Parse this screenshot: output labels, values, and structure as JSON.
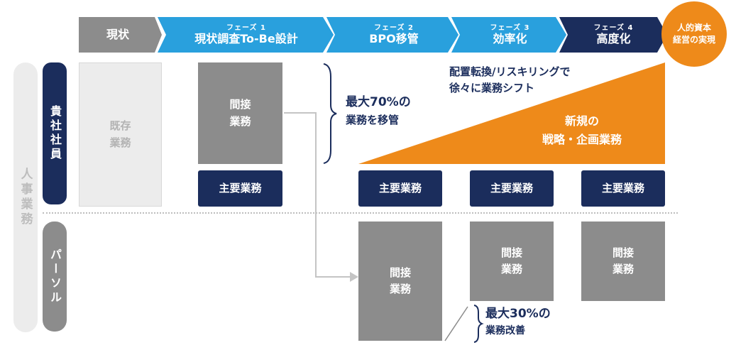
{
  "colors": {
    "gray": "#8c8c8c",
    "blue": "#29a0dd",
    "navy": "#1b2d5c",
    "orange": "#ee8a1a",
    "light_gray": "#ececec"
  },
  "phases": {
    "current": "現状",
    "p1": {
      "number": "フェーズ 1",
      "title": "現状調査To-Be設計"
    },
    "p2": {
      "number": "フェーズ 2",
      "title": "BPO移管"
    },
    "p3": {
      "number": "フェーズ 3",
      "title": "効率化"
    },
    "p4": {
      "number": "フェーズ 4",
      "title": "高度化"
    }
  },
  "goal": {
    "line1": "人的資本",
    "line2": "経営の実現"
  },
  "rows": {
    "hr": "人事業務",
    "employees": "貴社社員",
    "bpo": "パーソル"
  },
  "boxes": {
    "existing": {
      "line1": "既存",
      "line2": "業務"
    },
    "indirect": {
      "line1": "間接",
      "line2": "業務"
    },
    "main": "主要業務"
  },
  "notes": {
    "transfer": {
      "line1": "最大70%の",
      "line2": "業務を移管"
    },
    "improve": {
      "line1": "最大30%の",
      "line2": "業務改善"
    },
    "reskill": {
      "line1": "配置転換/リスキリングで",
      "line2": "徐々に業務シフト"
    },
    "strategy": {
      "line1": "新規の",
      "line2": "戦略・企画業務"
    }
  }
}
